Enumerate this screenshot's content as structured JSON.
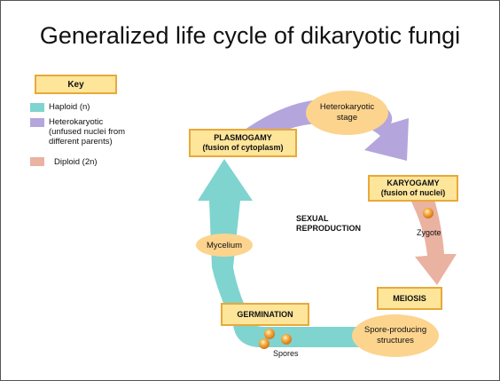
{
  "title": "Generalized life cycle of dikaryotic fungi",
  "key": {
    "heading": "Key",
    "items": [
      {
        "lines": [
          "Haploid (n)"
        ],
        "color": "#7fd4cf"
      },
      {
        "lines": [
          "Heterokaryotic",
          "(unfused nuclei from",
          "different parents)"
        ],
        "color": "#b4a6dc"
      },
      {
        "lines": [
          "Diploid (2n)"
        ],
        "color": "#eab2a1"
      }
    ]
  },
  "stages": {
    "plasmogamy": {
      "line1": "PLASMOGAMY",
      "line2": "(fusion of cytoplasm)"
    },
    "karyogamy": {
      "line1": "KARYOGAMY",
      "line2": "(fusion of nuclei)"
    },
    "meiosis": "MEIOSIS",
    "germination": "GERMINATION"
  },
  "structures": {
    "heterokaryotic_stage": {
      "line1": "Heterokaryotic",
      "line2": "stage"
    },
    "mycelium": "Mycelium",
    "spore_producing": {
      "line1": "Spore-producing",
      "line2": "structures"
    }
  },
  "labels": {
    "sexual_reproduction": {
      "line1": "SEXUAL",
      "line2": "REPRODUCTION"
    },
    "zygote": "Zygote",
    "spores": "Spores"
  },
  "colors": {
    "haploid": "#7fd4cf",
    "heterokaryotic": "#b4a6dc",
    "diploid": "#eab2a1",
    "box_fill": "#fde59a",
    "box_border": "#e8a93a",
    "ellipse_fill": "#fcd48e",
    "spore": "#f2a23a"
  }
}
